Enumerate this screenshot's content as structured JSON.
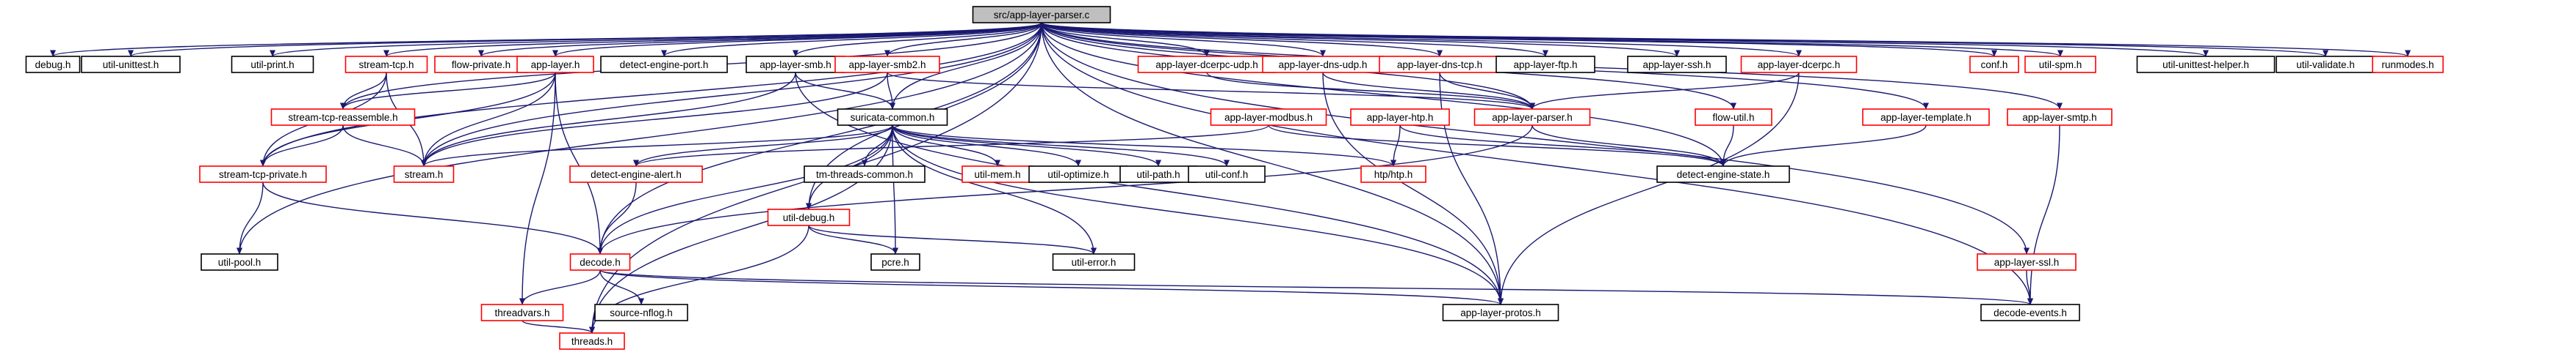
{
  "colors": {
    "edge": "#191970",
    "root_fill": "#bfbfbf",
    "root_border": "#000000",
    "plain_border": "#000000",
    "linked_border": "#ff0000",
    "node_fill": "#ffffff",
    "text": "#000000"
  },
  "graph": {
    "nodes": [
      {
        "id": "root",
        "label": "src/app-layer-parser.c",
        "style": "root"
      },
      {
        "id": "debug",
        "label": "debug.h",
        "style": "plain"
      },
      {
        "id": "unittest",
        "label": "util-unittest.h",
        "style": "plain"
      },
      {
        "id": "print",
        "label": "util-print.h",
        "style": "plain"
      },
      {
        "id": "streamtcp",
        "label": "stream-tcp.h",
        "style": "linked"
      },
      {
        "id": "flowprivate",
        "label": "flow-private.h",
        "style": "linked"
      },
      {
        "id": "applayer",
        "label": "app-layer.h",
        "style": "linked"
      },
      {
        "id": "deport",
        "label": "detect-engine-port.h",
        "style": "plain"
      },
      {
        "id": "smb",
        "label": "app-layer-smb.h",
        "style": "plain"
      },
      {
        "id": "smb2",
        "label": "app-layer-smb2.h",
        "style": "linked"
      },
      {
        "id": "dcerpcudp",
        "label": "app-layer-dcerpc-udp.h",
        "style": "linked"
      },
      {
        "id": "dnsudp",
        "label": "app-layer-dns-udp.h",
        "style": "linked"
      },
      {
        "id": "dnstcp",
        "label": "app-layer-dns-tcp.h",
        "style": "linked"
      },
      {
        "id": "ftp",
        "label": "app-layer-ftp.h",
        "style": "plain"
      },
      {
        "id": "ssh",
        "label": "app-layer-ssh.h",
        "style": "plain"
      },
      {
        "id": "dcerpc",
        "label": "app-layer-dcerpc.h",
        "style": "linked"
      },
      {
        "id": "conf",
        "label": "conf.h",
        "style": "linked"
      },
      {
        "id": "spm",
        "label": "util-spm.h",
        "style": "linked"
      },
      {
        "id": "unithelper",
        "label": "util-unittest-helper.h",
        "style": "plain"
      },
      {
        "id": "validate",
        "label": "util-validate.h",
        "style": "plain"
      },
      {
        "id": "runmodes",
        "label": "runmodes.h",
        "style": "linked"
      },
      {
        "id": "reassemble",
        "label": "stream-tcp-reassemble.h",
        "style": "linked"
      },
      {
        "id": "suricata",
        "label": "suricata-common.h",
        "style": "plain"
      },
      {
        "id": "modbus",
        "label": "app-layer-modbus.h",
        "style": "linked"
      },
      {
        "id": "htp",
        "label": "app-layer-htp.h",
        "style": "linked"
      },
      {
        "id": "alparser",
        "label": "app-layer-parser.h",
        "style": "linked"
      },
      {
        "id": "flowutil",
        "label": "flow-util.h",
        "style": "linked"
      },
      {
        "id": "template",
        "label": "app-layer-template.h",
        "style": "linked"
      },
      {
        "id": "smtp",
        "label": "app-layer-smtp.h",
        "style": "linked"
      },
      {
        "id": "streamh",
        "label": "stream.h",
        "style": "linked"
      },
      {
        "id": "stcpprivate",
        "label": "stream-tcp-private.h",
        "style": "linked"
      },
      {
        "id": "dealert",
        "label": "detect-engine-alert.h",
        "style": "linked"
      },
      {
        "id": "tmthreads",
        "label": "tm-threads-common.h",
        "style": "plain"
      },
      {
        "id": "mem",
        "label": "util-mem.h",
        "style": "linked"
      },
      {
        "id": "optimize",
        "label": "util-optimize.h",
        "style": "plain"
      },
      {
        "id": "path",
        "label": "util-path.h",
        "style": "plain"
      },
      {
        "id": "uconf",
        "label": "util-conf.h",
        "style": "plain"
      },
      {
        "id": "htph",
        "label": "htp/htp.h",
        "style": "linked"
      },
      {
        "id": "destate",
        "label": "detect-engine-state.h",
        "style": "plain"
      },
      {
        "id": "udebug",
        "label": "util-debug.h",
        "style": "linked"
      },
      {
        "id": "pool",
        "label": "util-pool.h",
        "style": "plain"
      },
      {
        "id": "decode",
        "label": "decode.h",
        "style": "linked"
      },
      {
        "id": "pcre",
        "label": "pcre.h",
        "style": "plain"
      },
      {
        "id": "error",
        "label": "util-error.h",
        "style": "plain"
      },
      {
        "id": "ssl",
        "label": "app-layer-ssl.h",
        "style": "linked"
      },
      {
        "id": "threadvars",
        "label": "threadvars.h",
        "style": "linked"
      },
      {
        "id": "nflog",
        "label": "source-nflog.h",
        "style": "plain"
      },
      {
        "id": "protos",
        "label": "app-layer-protos.h",
        "style": "plain"
      },
      {
        "id": "events",
        "label": "decode-events.h",
        "style": "plain"
      },
      {
        "id": "threads",
        "label": "threads.h",
        "style": "linked"
      }
    ],
    "edges": [
      [
        "root",
        "debug"
      ],
      [
        "root",
        "unittest"
      ],
      [
        "root",
        "print"
      ],
      [
        "root",
        "streamtcp"
      ],
      [
        "root",
        "flowprivate"
      ],
      [
        "root",
        "applayer"
      ],
      [
        "root",
        "deport"
      ],
      [
        "root",
        "smb"
      ],
      [
        "root",
        "smb2"
      ],
      [
        "root",
        "dcerpcudp"
      ],
      [
        "root",
        "dnsudp"
      ],
      [
        "root",
        "dnstcp"
      ],
      [
        "root",
        "ftp"
      ],
      [
        "root",
        "ssh"
      ],
      [
        "root",
        "dcerpc"
      ],
      [
        "root",
        "conf"
      ],
      [
        "root",
        "spm"
      ],
      [
        "root",
        "unithelper"
      ],
      [
        "root",
        "validate"
      ],
      [
        "root",
        "runmodes"
      ],
      [
        "root",
        "alparser"
      ],
      [
        "root",
        "flowutil"
      ],
      [
        "root",
        "template"
      ],
      [
        "root",
        "smtp"
      ],
      [
        "root",
        "ssl"
      ],
      [
        "root",
        "suricata"
      ],
      [
        "root",
        "reassemble"
      ],
      [
        "root",
        "stcpprivate"
      ],
      [
        "root",
        "pool"
      ],
      [
        "root",
        "decode"
      ],
      [
        "root",
        "destate"
      ],
      [
        "root",
        "udebug"
      ],
      [
        "root",
        "threads"
      ],
      [
        "root",
        "protos"
      ],
      [
        "root",
        "events"
      ],
      [
        "root",
        "streamh"
      ],
      [
        "streamtcp",
        "reassemble"
      ],
      [
        "streamtcp",
        "stcpprivate"
      ],
      [
        "streamtcp",
        "streamh"
      ],
      [
        "applayer",
        "reassemble"
      ],
      [
        "applayer",
        "streamh"
      ],
      [
        "applayer",
        "stcpprivate"
      ],
      [
        "applayer",
        "decode"
      ],
      [
        "applayer",
        "threadvars"
      ],
      [
        "smb",
        "suricata"
      ],
      [
        "smb",
        "streamh"
      ],
      [
        "smb",
        "protos"
      ],
      [
        "smb2",
        "suricata"
      ],
      [
        "smb2",
        "streamh"
      ],
      [
        "smb2",
        "alparser"
      ],
      [
        "dcerpcudp",
        "alparser"
      ],
      [
        "dnsudp",
        "alparser"
      ],
      [
        "dnsudp",
        "protos"
      ],
      [
        "dnstcp",
        "alparser"
      ],
      [
        "dnstcp",
        "protos"
      ],
      [
        "dcerpc",
        "alparser"
      ],
      [
        "dcerpc",
        "protos"
      ],
      [
        "flowutil",
        "destate"
      ],
      [
        "template",
        "destate"
      ],
      [
        "smtp",
        "events"
      ],
      [
        "ssl",
        "events"
      ],
      [
        "reassemble",
        "streamh"
      ],
      [
        "reassemble",
        "stcpprivate"
      ],
      [
        "stcpprivate",
        "pool"
      ],
      [
        "stcpprivate",
        "decode"
      ],
      [
        "suricata",
        "streamh"
      ],
      [
        "suricata",
        "dealert"
      ],
      [
        "suricata",
        "tmthreads"
      ],
      [
        "suricata",
        "mem"
      ],
      [
        "suricata",
        "optimize"
      ],
      [
        "suricata",
        "path"
      ],
      [
        "suricata",
        "uconf"
      ],
      [
        "suricata",
        "htph"
      ],
      [
        "suricata",
        "udebug"
      ],
      [
        "suricata",
        "decode"
      ],
      [
        "suricata",
        "pcre"
      ],
      [
        "suricata",
        "error"
      ],
      [
        "suricata",
        "threads"
      ],
      [
        "suricata",
        "protos"
      ],
      [
        "modbus",
        "dealert"
      ],
      [
        "modbus",
        "destate"
      ],
      [
        "htp",
        "htph"
      ],
      [
        "htp",
        "destate"
      ],
      [
        "alparser",
        "destate"
      ],
      [
        "alparser",
        "decode"
      ],
      [
        "dealert",
        "decode"
      ],
      [
        "udebug",
        "pcre"
      ],
      [
        "udebug",
        "error"
      ],
      [
        "udebug",
        "threads"
      ],
      [
        "decode",
        "threadvars"
      ],
      [
        "decode",
        "nflog"
      ],
      [
        "decode",
        "protos"
      ],
      [
        "decode",
        "events"
      ],
      [
        "threadvars",
        "threads"
      ]
    ]
  }
}
